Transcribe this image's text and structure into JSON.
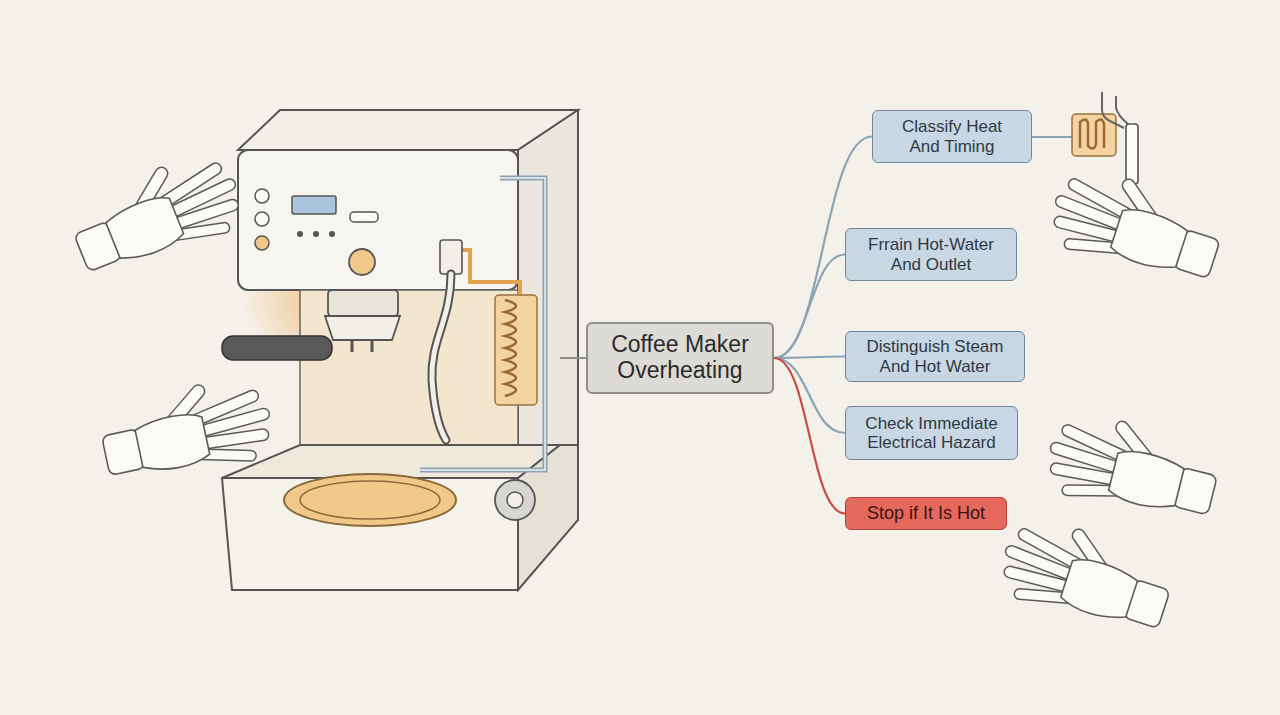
{
  "diagram": {
    "nodes": [
      {
        "text": [
          "Coffee Maker Overheating"
        ]
      },
      {
        "text": [
          "Classify Heat And Timing"
        ]
      },
      {
        "text": [
          "Frrain Hot-Water And Outlet"
        ]
      },
      {
        "text": [
          "Distinguish Steam And Hot Water"
        ]
      },
      {
        "text": [
          "Check Immediate Electrical Hazard"
        ]
      },
      {
        "text": [
          "Stop if It Is Hot"
        ]
      }
    ],
    "edges": [
      {
        "from": 0,
        "to": 1,
        "arrow": "none"
      },
      {
        "from": 0,
        "to": 2,
        "arrow": "none"
      },
      {
        "from": 0,
        "to": 3,
        "arrow": "none"
      },
      {
        "from": 0,
        "to": 4,
        "arrow": "none"
      },
      {
        "from": 0,
        "to": 5,
        "arrow": "none"
      }
    ]
  }
}
